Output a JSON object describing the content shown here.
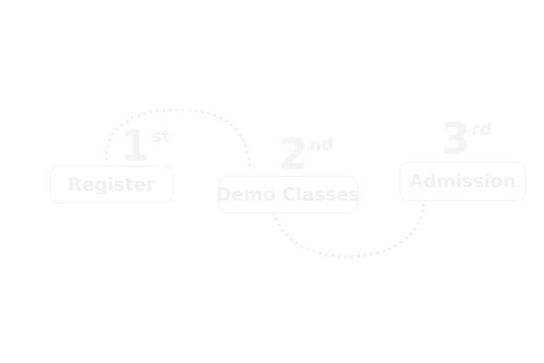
{
  "steps": [
    {
      "ordinal": "1",
      "suffix": "st",
      "label": "Register"
    },
    {
      "ordinal": "2",
      "suffix": "nd",
      "label": "Demo Classes"
    },
    {
      "ordinal": "3",
      "suffix": "rd",
      "label": "Admission"
    }
  ],
  "colors": {
    "connector": "#e9f4f0",
    "box_border": "#eaf4ef",
    "text": "#eef3f1"
  }
}
